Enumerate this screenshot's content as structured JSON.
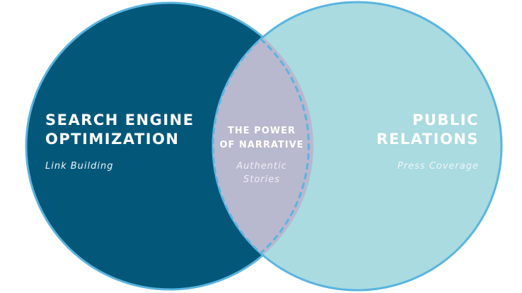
{
  "colors": {
    "left_fill": "#03587a",
    "right_fill": "#a9dbe0",
    "overlap_fill": "#b8b8cf",
    "outline": "#5ab4e0"
  },
  "left": {
    "title_line1": "SEARCH ENGINE",
    "title_line2": "OPTIMIZATION",
    "subtitle": "Link Building"
  },
  "center": {
    "title_line1": "THE POWER",
    "title_line2": "OF NARRATIVE",
    "subtitle_line1": "Authentic",
    "subtitle_line2": "Stories"
  },
  "right": {
    "title_line1": "PUBLIC",
    "title_line2": "RELATIONS",
    "subtitle": "Press Coverage"
  }
}
